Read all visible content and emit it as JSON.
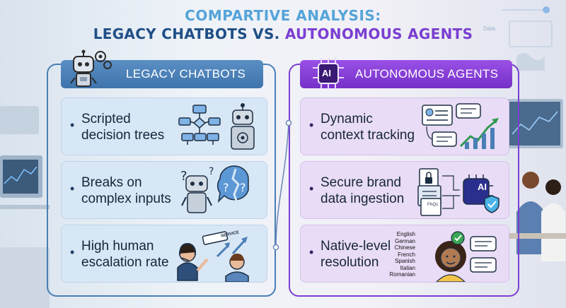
{
  "title": {
    "line1": "COMPARTIVE ANALYSIS:",
    "line2_part1": "LEGACY CHATBOTS VS.",
    "line2_part2": "AUTONOMOUS AGENTS"
  },
  "left_panel": {
    "header": "LEGACY CHATBOTS",
    "cards": [
      {
        "text": "Scripted\ndecision trees",
        "illus": "flowchart-and-robot"
      },
      {
        "text": "Breaks on\ncomplex inputs",
        "illus": "confused-robot-broken-speech"
      },
      {
        "text": "High human\nescalation rate",
        "illus": "agent-escalation",
        "tag": "SERVICE"
      }
    ]
  },
  "right_panel": {
    "header": "AUTONOMOUS AGENTS",
    "header_icon_text": "AI",
    "cards": [
      {
        "text": "Dynamic\ncontext tracking",
        "illus": "profile-chat-chart"
      },
      {
        "text": "Secure brand\ndata ingestion",
        "illus": "docs-into-ai",
        "chip": "AI",
        "doc_label": "FAQs"
      },
      {
        "text": "Native-level\nresolution",
        "illus": "multilingual-person",
        "languages": [
          "English",
          "German",
          "Chinese",
          "French",
          "Spanish",
          "Italian",
          "Romanian"
        ]
      }
    ]
  },
  "background": {
    "data_label": "Data"
  },
  "colors": {
    "legacy_blue": "#4a7fb6",
    "agent_purple": "#7a3fd1",
    "title_light_blue": "#55a4d8",
    "title_navy": "#1f4f86"
  }
}
